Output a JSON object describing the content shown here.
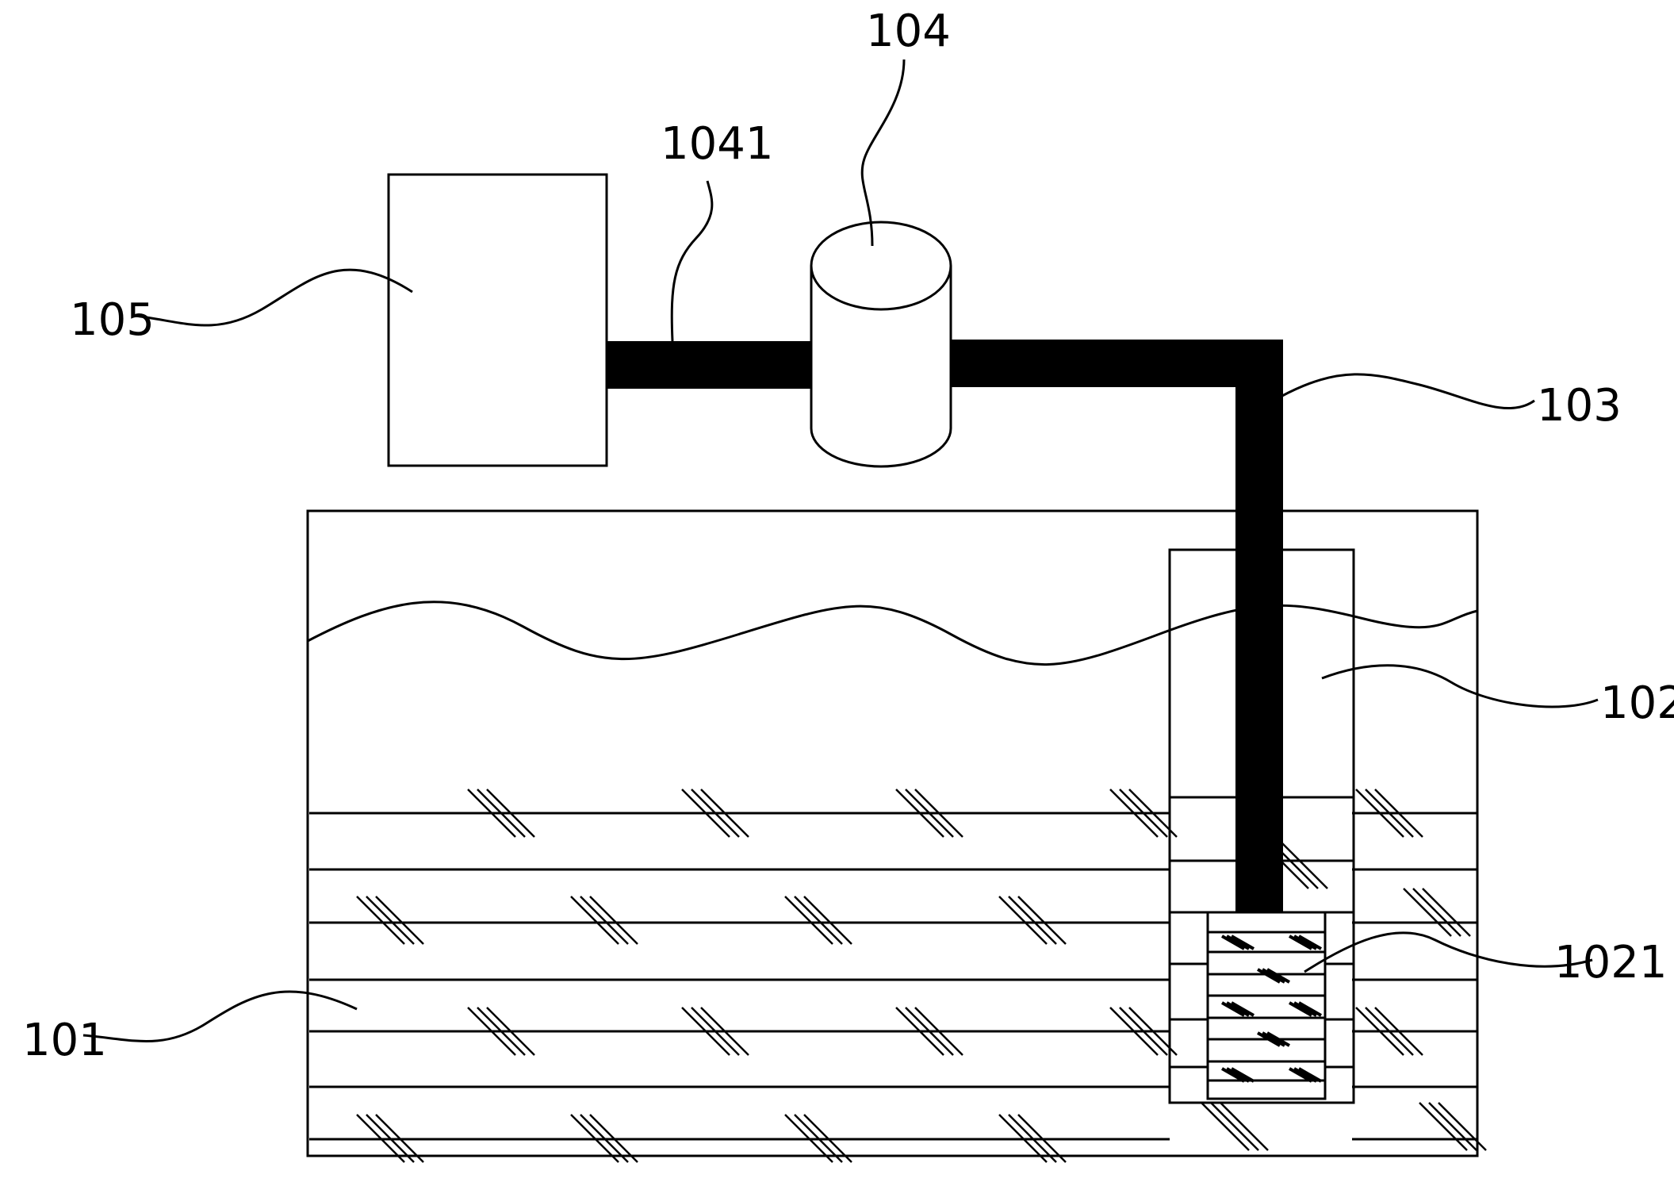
{
  "labels": {
    "ground": "101",
    "well": "102",
    "pipe": "103",
    "pump": "104",
    "pump_pipe": "1041",
    "box": "105",
    "filter": "1021"
  },
  "colors": {
    "line": "#000000",
    "background": "#ffffff"
  }
}
